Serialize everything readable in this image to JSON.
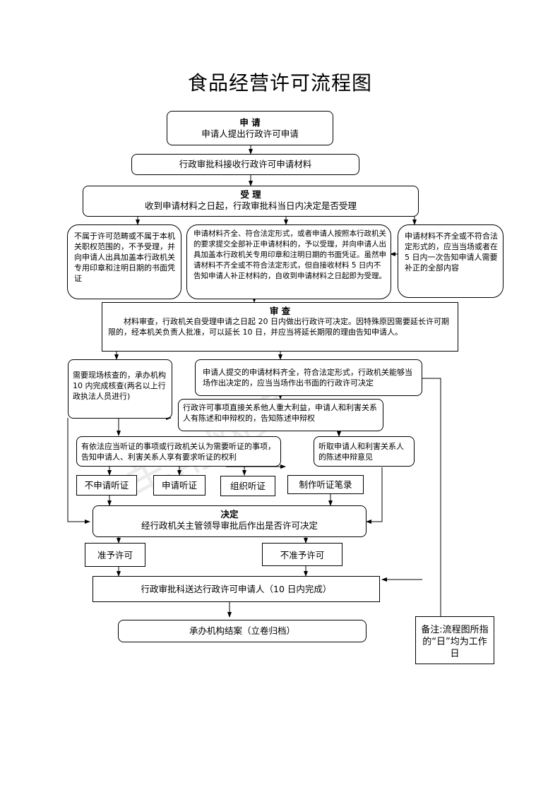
{
  "title": "食品经营许可流程图",
  "watermark": "羊角网络",
  "nodes": {
    "apply": {
      "heading": "申  请",
      "text": "申请人提出行政许可申请"
    },
    "receive": {
      "text": "行政审批科接收行政许可申请材料"
    },
    "accept": {
      "heading": "受  理",
      "text": "收到申请材料之日起，行政审批科当日内决定是否受理"
    },
    "not_in_scope": {
      "text": "不属于许可范畴或不属于本机关职权范围的，不予受理，并向申请人出具加盖本行政机关专用印章和注明日期的书面凭证"
    },
    "materials_ok": {
      "text": "申请材料齐全、符合法定形式，或者申请人按照本行政机关的要求提交全部补正申请材料的，予以受理，并向申请人出具加盖本行政机关专用印章和注明日期的书面凭证。虽然申请材料不齐全或不符合法定形式，但自接收材料 5 日内不告知申请人补正材料的，自收到申请材料之日起即为受理。"
    },
    "materials_incomplete": {
      "text": "申请材料不齐全或不符合法定形式的，应当当场或者在 5 日内一次告知申请人需要补正的全部内容"
    },
    "review": {
      "heading": "审  查",
      "text": "材料审查，行政机关自受理申请之日起 20 日内做出行政许可决定。因特殊原因需要延长许可期限的，经本机关负责人批准，可以延长 10 日，并应当将延长期限的理由告知申请人。"
    },
    "onsite": {
      "text": "需要现场核查的，承办机构 10 内完成核查(两名以上行政执法人员进行)"
    },
    "onspot": {
      "text": "申请人提交的申请材料齐全，符合法定形式，行政机关能够当场作出决定的，应当当场作出书面的行政许可决定"
    },
    "interests": {
      "text": "行政许可事项直接关系他人重大利益，申请人和利害关系人有陈述和申辩权的，告知陈述申辩权"
    },
    "hearing_notice": {
      "text": "有依法应当听证的事项或行政机关认为需要听证的事项，告知申请人、利害关系人享有要求听证的权利"
    },
    "listen": {
      "text": "听取申请人和利害关系人的陈述申辩意见"
    },
    "no_hearing": {
      "text": "不申请听证"
    },
    "request_hearing": {
      "text": "申请听证"
    },
    "organize_hearing": {
      "text": "组织听证"
    },
    "hearing_record": {
      "text": "制作听证笔录"
    },
    "decision": {
      "heading": "决定",
      "text": "经行政机关主管领导审批后作出是否许可决定"
    },
    "grant": {
      "text": "准予许可"
    },
    "deny": {
      "text": "不准予许可"
    },
    "deliver": {
      "text": "行政审批科送达行政许可申请人（10 日内完成）"
    },
    "archive": {
      "text": "承办机构结案（立卷归档）"
    },
    "note": {
      "text": "备注:流程图所指的“日”均为工作日"
    }
  }
}
